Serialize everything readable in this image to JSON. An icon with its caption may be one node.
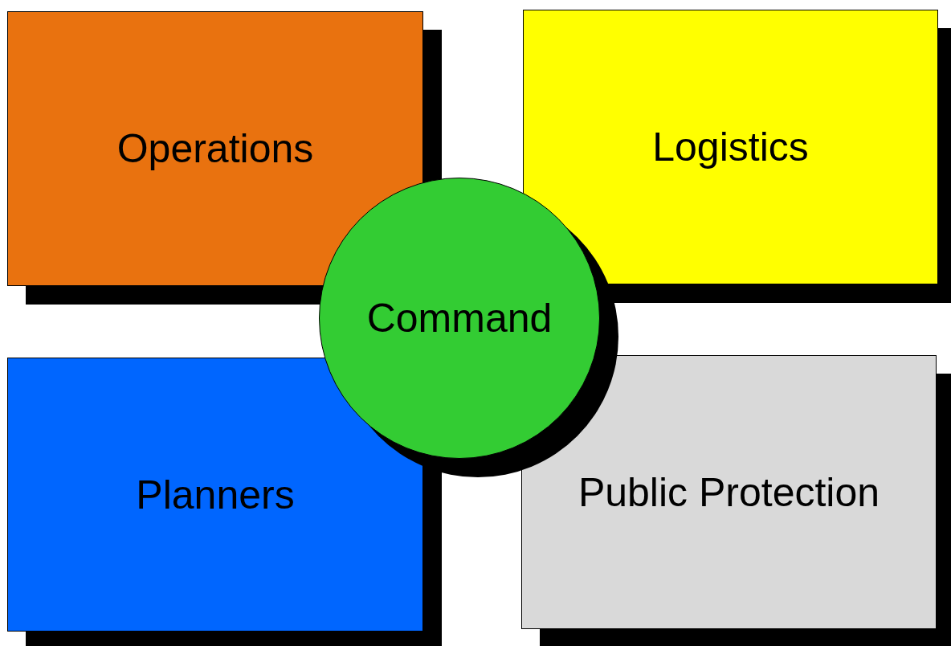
{
  "diagram": {
    "nodes": [
      {
        "text": [
          "Operations"
        ]
      },
      {
        "text": [
          "Logistics"
        ]
      },
      {
        "text": [
          "Command"
        ]
      },
      {
        "text": [
          "Planners"
        ]
      },
      {
        "text": [
          "Public Protection"
        ]
      }
    ]
  }
}
